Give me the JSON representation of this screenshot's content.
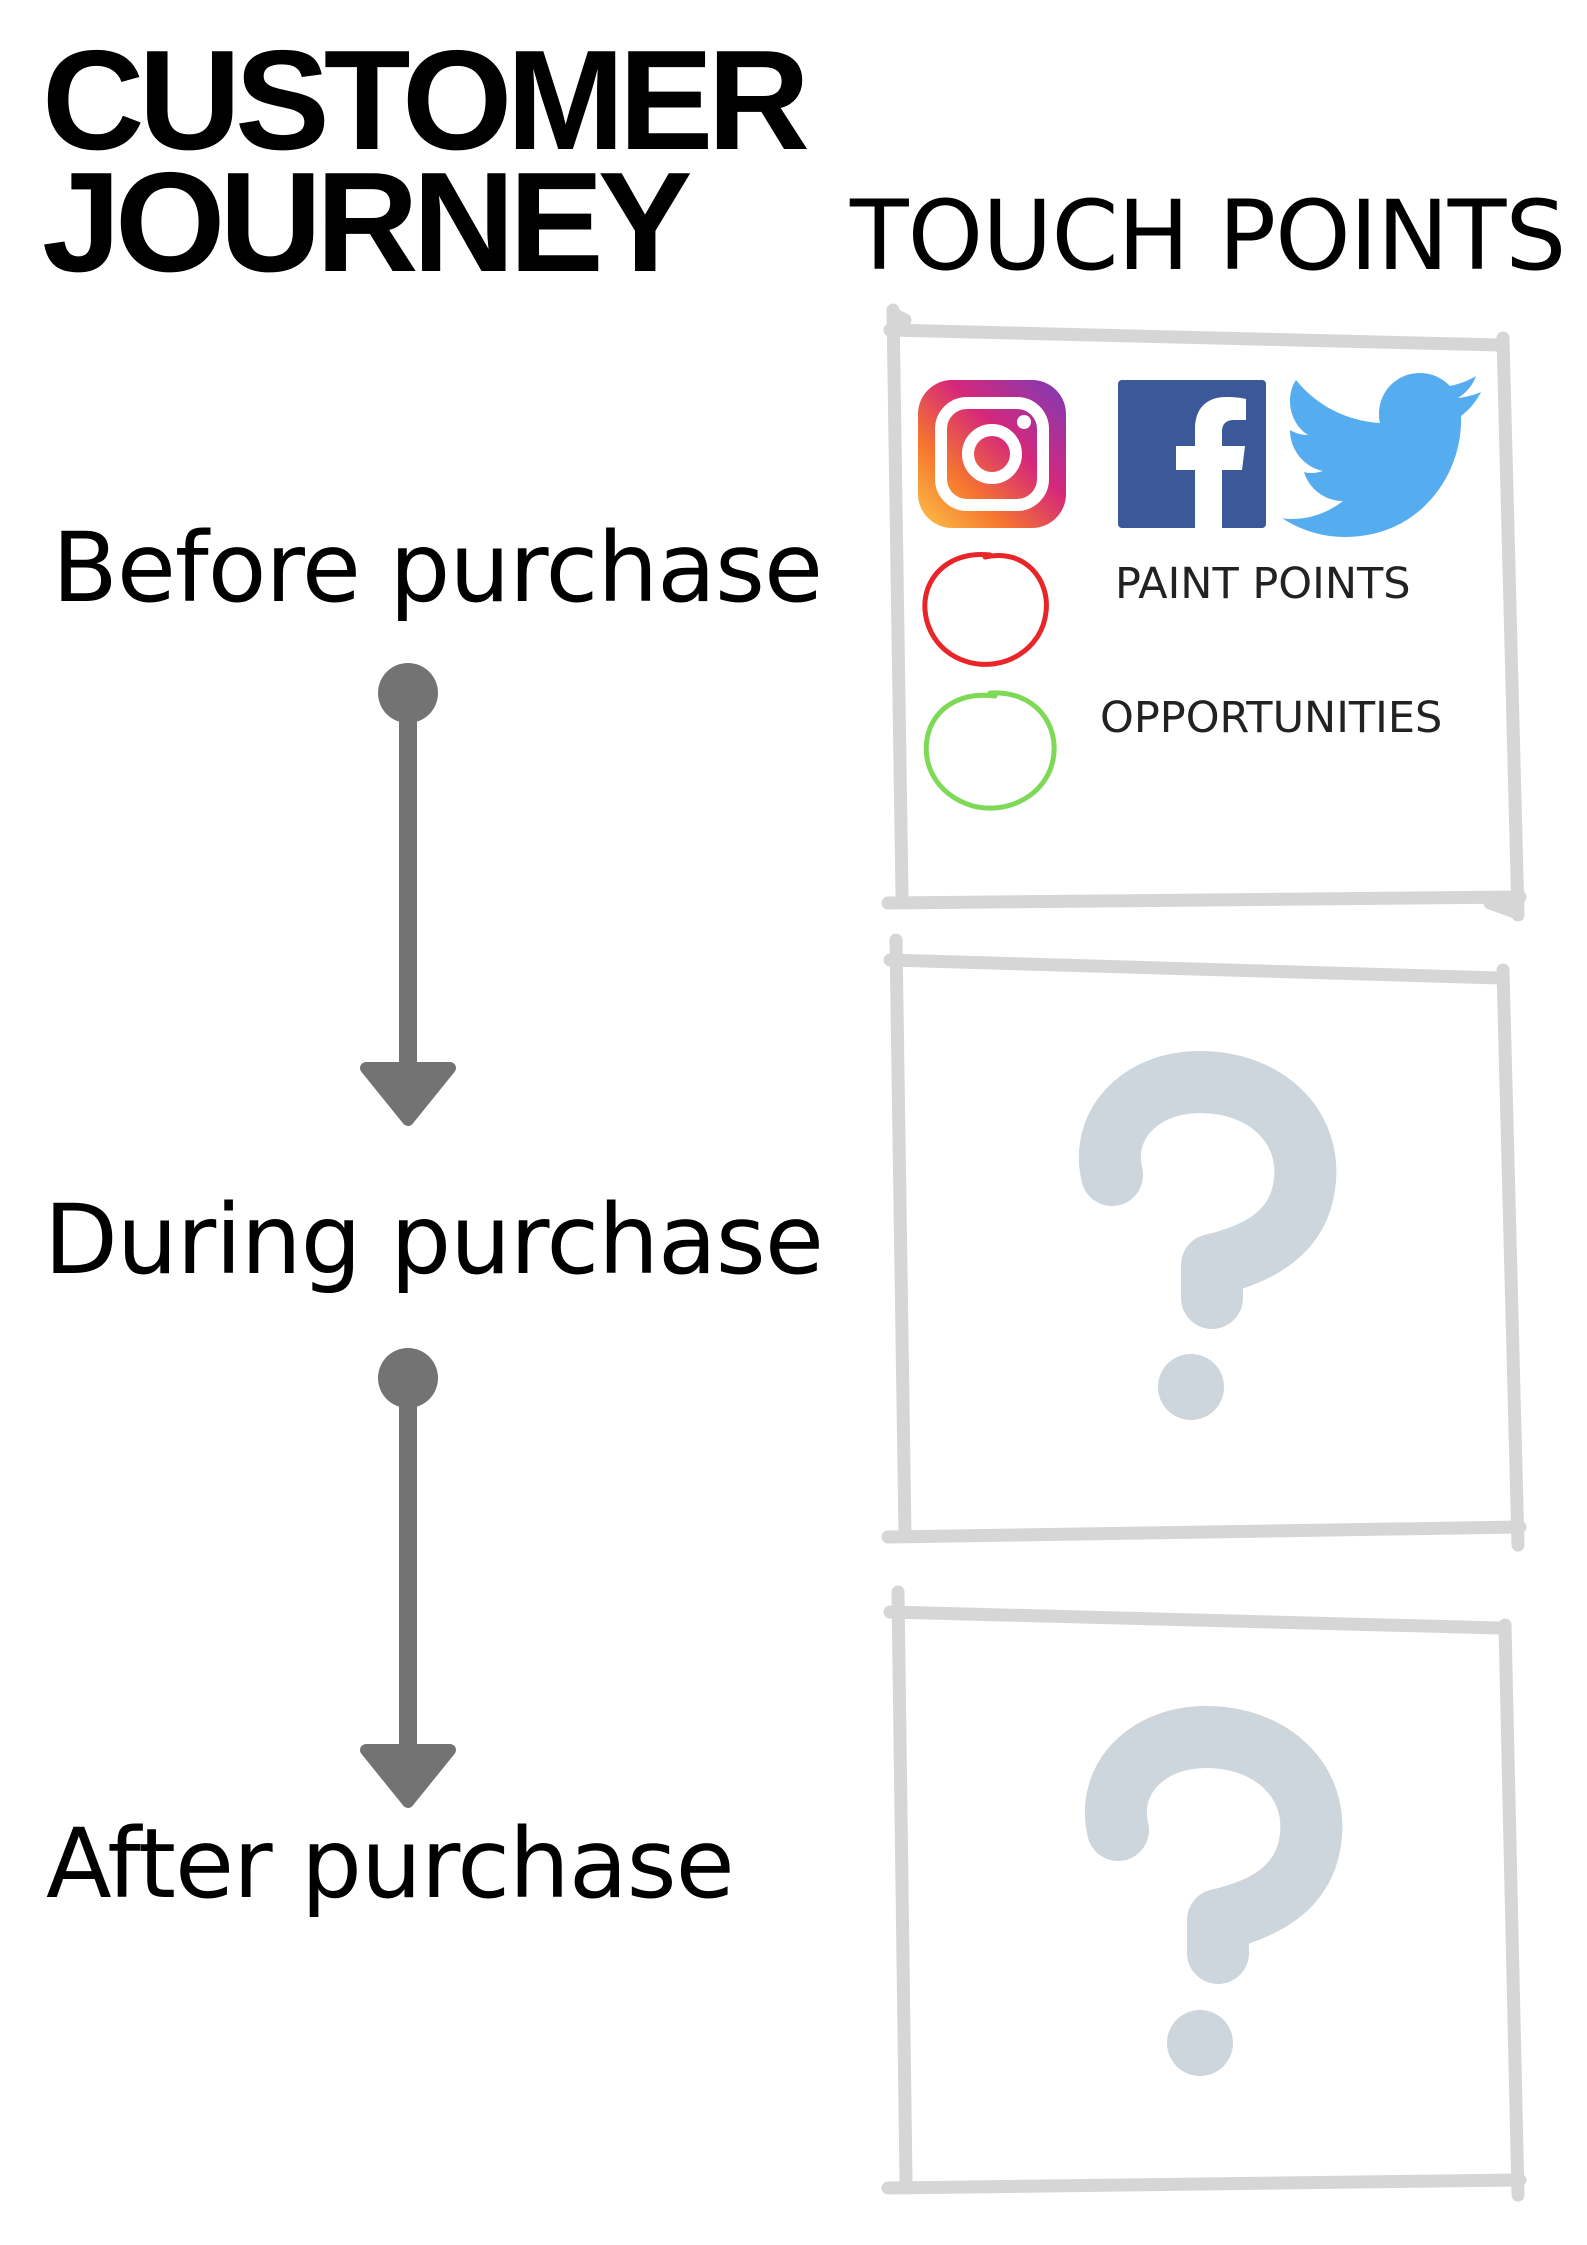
{
  "title": {
    "line1": "CUSTOMER",
    "line2": "JOURNEY"
  },
  "touch_points_heading": "TOUCH POINTS",
  "stages": [
    {
      "label": "Before purchase"
    },
    {
      "label": "During purchase"
    },
    {
      "label": "After purchase"
    }
  ],
  "touch_point_cards": [
    {
      "social_icons": [
        "instagram-icon",
        "facebook-icon",
        "twitter-icon"
      ],
      "legend": [
        {
          "label": "PAINT POINTS",
          "marker_color": "#e8262a"
        },
        {
          "label": "OPPORTUNITIES",
          "marker_color": "#7ed957"
        }
      ]
    },
    {
      "placeholder": "?"
    },
    {
      "placeholder": "?"
    }
  ],
  "colors": {
    "frame": "#d6d6d6",
    "arrow": "#737373",
    "question_mark": "#cdd6dd",
    "facebook": "#3b5998",
    "twitter": "#55acee"
  }
}
